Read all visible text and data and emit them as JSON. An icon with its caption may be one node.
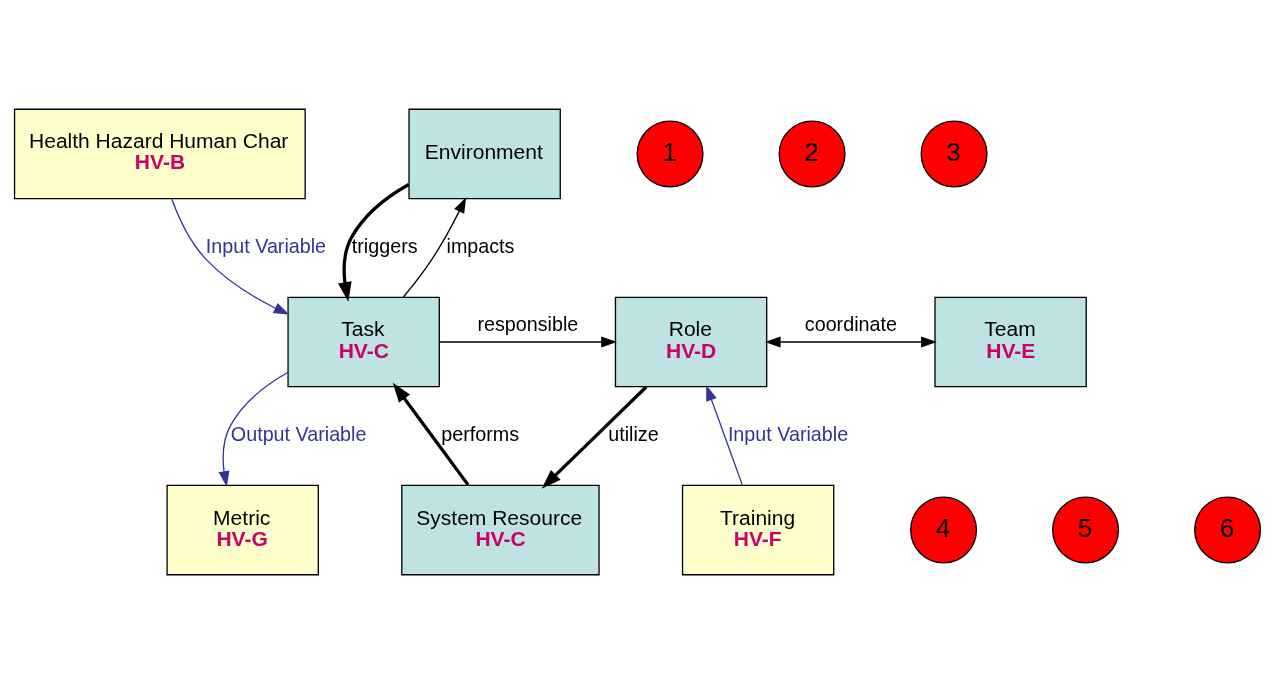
{
  "diagram": {
    "nodes": [
      {
        "text": [
          "Health Hazard Human Char",
          "HV-B"
        ]
      },
      {
        "text": [
          "Environment"
        ]
      },
      {
        "text": [
          "Task",
          "HV-C"
        ]
      },
      {
        "text": [
          "Role",
          "HV-D"
        ]
      },
      {
        "text": [
          "Team",
          "HV-E"
        ]
      },
      {
        "text": [
          "System Resource",
          "HV-C"
        ]
      },
      {
        "text": [
          "Training",
          "HV-F"
        ]
      },
      {
        "text": [
          "Metric",
          "HV-G"
        ]
      },
      {
        "text": [
          "1"
        ]
      },
      {
        "text": [
          "2"
        ]
      },
      {
        "text": [
          "3"
        ]
      },
      {
        "text": [
          "4"
        ]
      },
      {
        "text": [
          "5"
        ]
      },
      {
        "text": [
          "6"
        ]
      }
    ],
    "edges": [
      {
        "from": 0,
        "to": 2,
        "arrow": "to",
        "label": "Input Variable",
        "color": "#333399"
      },
      {
        "from": 1,
        "to": 2,
        "arrow": "to",
        "label": "triggers",
        "style": "thick"
      },
      {
        "from": 2,
        "to": 1,
        "arrow": "to",
        "label": "impacts"
      },
      {
        "from": 2,
        "to": 3,
        "arrow": "to",
        "label": "responsible"
      },
      {
        "from": 3,
        "to": 4,
        "arrow": "both",
        "label": "coordinate"
      },
      {
        "from": 3,
        "to": 5,
        "arrow": "to",
        "label": "utilize",
        "style": "thick"
      },
      {
        "from": 5,
        "to": 2,
        "arrow": "to",
        "label": "performs",
        "style": "thick"
      },
      {
        "from": 6,
        "to": 3,
        "arrow": "to",
        "label": "Input Variable",
        "color": "#333399"
      },
      {
        "from": 2,
        "to": 7,
        "arrow": "to",
        "label": "Output Variable",
        "color": "#333399"
      }
    ]
  }
}
